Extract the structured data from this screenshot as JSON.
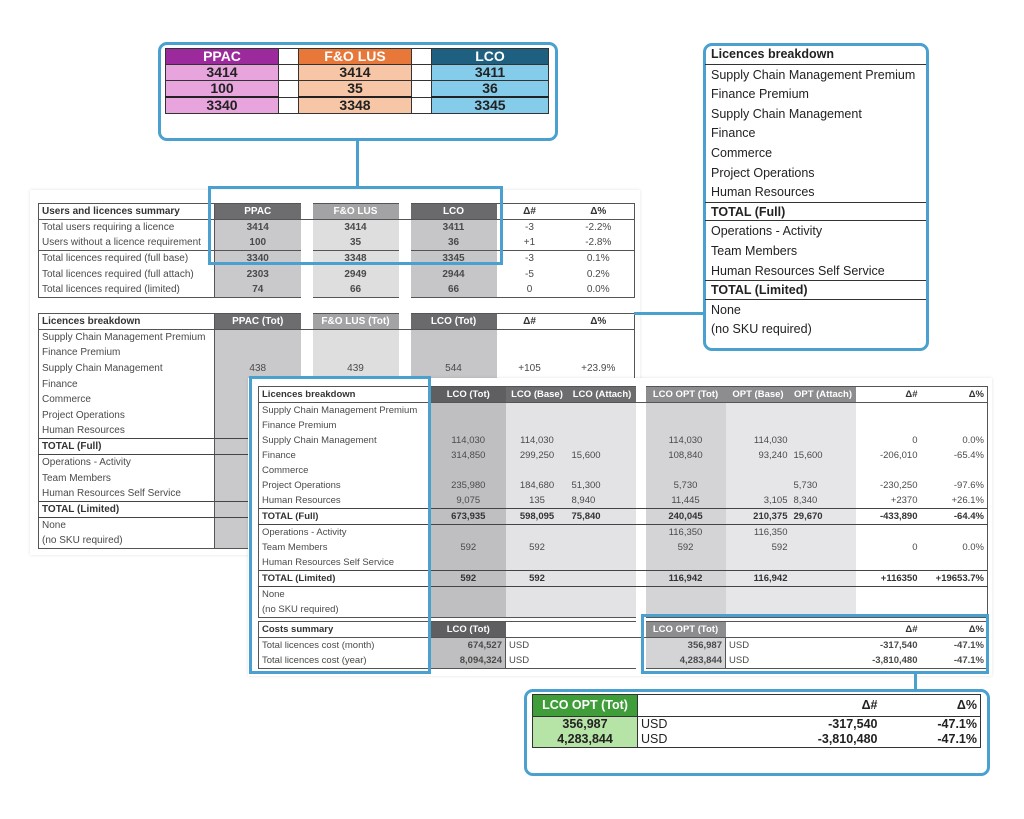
{
  "top_callout": {
    "headers": [
      "PPAC",
      "F&O LUS",
      "LCO"
    ],
    "rows": [
      [
        "3414",
        "3414",
        "3411"
      ],
      [
        "100",
        "35",
        "36"
      ],
      [
        "3340",
        "3348",
        "3345"
      ]
    ],
    "colors": {
      "ppac_head": "#9c2a9c",
      "ppac_body": "#e7a4dd",
      "fo_head": "#e8773a",
      "fo_body": "#f6c6a6",
      "lco_head": "#1f5f80",
      "lco_body": "#85cbea"
    }
  },
  "summary_table": {
    "header": [
      "Users and licences summary",
      "PPAC",
      "F&O LUS",
      "LCO",
      "Δ#",
      "Δ%"
    ],
    "rows": [
      [
        "Total users requiring a licence",
        "3414",
        "3414",
        "3411",
        "-3",
        "-2.2%"
      ],
      [
        "Users without a licence requirement",
        "100",
        "35",
        "36",
        "+1",
        "-2.8%"
      ],
      [
        "Total licences required (full base)",
        "3340",
        "3348",
        "3345",
        "-3",
        "0.1%"
      ],
      [
        "Total licences required (full attach)",
        "2303",
        "2949",
        "2944",
        "-5",
        "0.2%"
      ],
      [
        "Total licences required (limited)",
        "74",
        "66",
        "66",
        "0",
        "0.0%"
      ]
    ]
  },
  "breakdown_table_1": {
    "header": [
      "Licences breakdown",
      "PPAC (Tot)",
      "F&O LUS (Tot)",
      "LCO (Tot)",
      "Δ#",
      "Δ%"
    ],
    "rows": [
      [
        "Supply Chain Management Premium",
        "",
        "",
        "",
        "",
        ""
      ],
      [
        "Finance Premium",
        "",
        "",
        "",
        "",
        ""
      ],
      [
        "Supply Chain Management",
        "438",
        "439",
        "544",
        "+105",
        "+23.9%"
      ],
      [
        "Finance",
        "",
        "",
        "",
        "",
        ""
      ],
      [
        "Commerce",
        "",
        "",
        "",
        "",
        ""
      ],
      [
        "Project Operations",
        "",
        "",
        "",
        "",
        ""
      ],
      [
        "Human Resources",
        "",
        "",
        "",
        "",
        ""
      ],
      [
        "TOTAL (Full)",
        "",
        "",
        "",
        "",
        ""
      ],
      [
        "Operations - Activity",
        "",
        "",
        "",
        "",
        ""
      ],
      [
        "Team Members",
        "",
        "",
        "",
        "",
        ""
      ],
      [
        "Human Resources Self Service",
        "",
        "",
        "",
        "",
        ""
      ],
      [
        "TOTAL (Limited)",
        "",
        "",
        "",
        "",
        ""
      ],
      [
        "None",
        "",
        "",
        "",
        "",
        ""
      ],
      [
        "(no SKU required)",
        "",
        "",
        "",
        "",
        ""
      ]
    ]
  },
  "licences_callout": {
    "title": "Licences breakdown",
    "items": [
      "Supply Chain Management Premium",
      "Finance Premium",
      "Supply Chain Management",
      "Finance",
      "Commerce",
      "Project Operations",
      "Human Resources"
    ],
    "total_full": "TOTAL (Full)",
    "limited_items": [
      "Operations - Activity",
      "Team Members",
      "Human Resources Self Service"
    ],
    "total_limited": "TOTAL (Limited)",
    "none_items": [
      "None",
      "(no SKU required)"
    ]
  },
  "breakdown_table_2": {
    "header": [
      "Licences breakdown",
      "LCO (Tot)",
      "LCO (Base)",
      "LCO (Attach)",
      "LCO OPT (Tot)",
      "OPT (Base)",
      "OPT (Attach)",
      "Δ#",
      "Δ%"
    ],
    "rows": [
      [
        "Supply Chain Management Premium",
        "",
        "",
        "",
        "",
        "",
        "",
        "",
        ""
      ],
      [
        "Finance Premium",
        "",
        "",
        "",
        "",
        "",
        "",
        "",
        ""
      ],
      [
        "Supply Chain Management",
        "114,030",
        "114,030",
        "",
        "114,030",
        "114,030",
        "",
        "0",
        "0.0%"
      ],
      [
        "Finance",
        "314,850",
        "299,250",
        "15,600",
        "108,840",
        "93,240",
        "15,600",
        "-206,010",
        "-65.4%"
      ],
      [
        "Commerce",
        "",
        "",
        "",
        "",
        "",
        "",
        "",
        ""
      ],
      [
        "Project Operations",
        "235,980",
        "184,680",
        "51,300",
        "5,730",
        "",
        "5,730",
        "-230,250",
        "-97.6%"
      ],
      [
        "Human Resources",
        "9,075",
        "135",
        "8,940",
        "11,445",
        "3,105",
        "8,340",
        "+2370",
        "+26.1%"
      ],
      [
        "TOTAL (Full)",
        "673,935",
        "598,095",
        "75,840",
        "240,045",
        "210,375",
        "29,670",
        "-433,890",
        "-64.4%"
      ],
      [
        "Operations - Activity",
        "",
        "",
        "",
        "116,350",
        "116,350",
        "",
        "",
        ""
      ],
      [
        "Team Members",
        "592",
        "592",
        "",
        "592",
        "592",
        "",
        "0",
        "0.0%"
      ],
      [
        "Human Resources Self Service",
        "",
        "",
        "",
        "",
        "",
        "",
        "",
        ""
      ],
      [
        "TOTAL (Limited)",
        "592",
        "592",
        "",
        "116,942",
        "116,942",
        "",
        "+116350",
        "+19653.7%"
      ],
      [
        "None",
        "",
        "",
        "",
        "",
        "",
        "",
        "",
        ""
      ],
      [
        "(no SKU required)",
        "",
        "",
        "",
        "",
        "",
        "",
        "",
        ""
      ]
    ]
  },
  "costs_table": {
    "header": [
      "Costs summary",
      "LCO (Tot)",
      "",
      "LCO OPT (Tot)",
      "",
      "Δ#",
      "Δ%"
    ],
    "rows": [
      [
        "Total licences cost (month)",
        "674,527",
        "USD",
        "356,987",
        "USD",
        "-317,540",
        "-47.1%"
      ],
      [
        "Total licences cost (year)",
        "8,094,324",
        "USD",
        "4,283,844",
        "USD",
        "-3,810,480",
        "-47.1%"
      ]
    ]
  },
  "bottom_callout": {
    "header": [
      "LCO OPT (Tot)",
      "",
      "Δ#",
      "Δ%"
    ],
    "rows": [
      [
        "356,987",
        "USD",
        "-317,540",
        "-47.1%"
      ],
      [
        "4,283,844",
        "USD",
        "-3,810,480",
        "-47.1%"
      ]
    ],
    "colors": {
      "head": "#3f9e3a",
      "body": "#b6e3a6"
    }
  }
}
